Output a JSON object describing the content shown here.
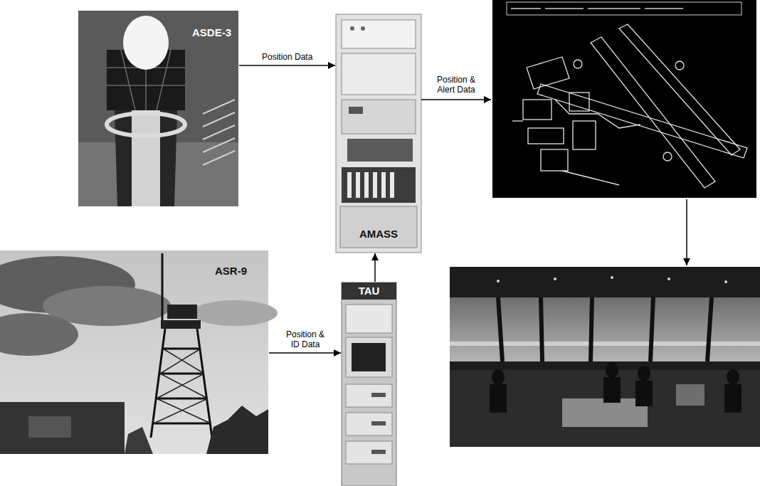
{
  "diagram": {
    "nodes": [
      {
        "text": [
          "ASDE-3"
        ]
      },
      {
        "text": [
          "AMASS"
        ]
      },
      {
        "text": [
          "ASR-9"
        ]
      },
      {
        "text": [
          "TAU"
        ]
      }
    ],
    "edges": [
      {
        "from": 0,
        "to": 1,
        "arrow": "to",
        "label": "Position Data"
      },
      {
        "from": 2,
        "to": 3,
        "arrow": "to",
        "label": "Position & ID Data"
      },
      {
        "from": 3,
        "to": 1,
        "arrow": "to"
      }
    ],
    "labels": [
      "Position & Alert Data"
    ]
  }
}
